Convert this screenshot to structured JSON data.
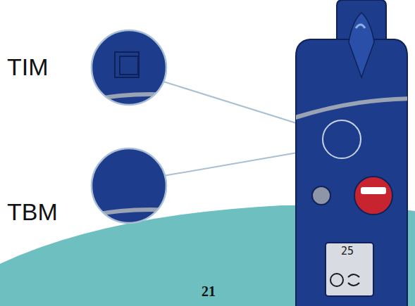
{
  "diagram": {
    "labels": [
      "TIM",
      "TBM",
      "25",
      "21"
    ]
  }
}
